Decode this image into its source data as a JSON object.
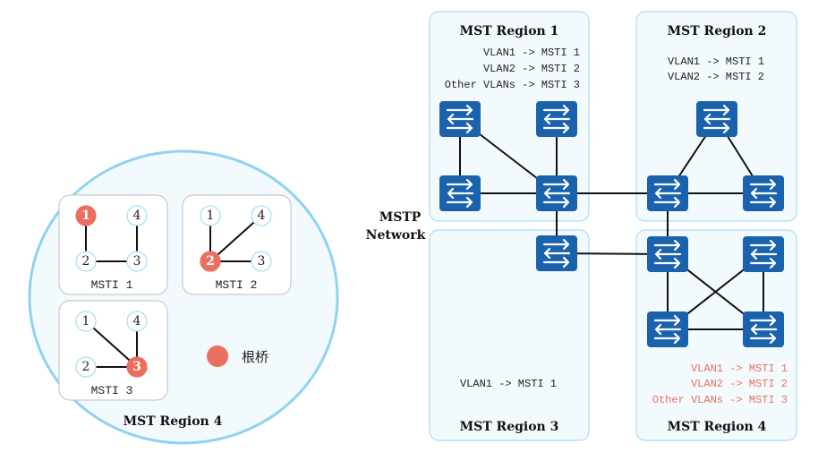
{
  "network_label": [
    "MSTP",
    "Network"
  ],
  "colors": {
    "root_bridge": "#ea6f60",
    "switch": "#1a63ac",
    "region_border": "#a9ddf3",
    "region_fill": "#f3fafe",
    "highlight_text": "#e8705f"
  },
  "regions": [
    {
      "id": "r1",
      "title": "MST Region 1",
      "mappings": [
        "VLAN1 -> MSTI 1",
        "VLAN2 -> MSTI 2",
        "Other VLANs -> MSTI 3"
      ],
      "highlight": false
    },
    {
      "id": "r2",
      "title": "MST Region 2",
      "mappings": [
        "VLAN1 -> MSTI 1",
        "VLAN2 -> MSTI 2"
      ],
      "highlight": false
    },
    {
      "id": "r3",
      "title": "MST Region 3",
      "mappings": [
        "VLAN1 -> MSTI 1"
      ],
      "highlight": false
    },
    {
      "id": "r4",
      "title": "MST Region 4",
      "mappings": [
        "VLAN1 -> MSTI 1",
        "VLAN2 -> MSTI 2",
        "Other VLANs -> MSTI 3"
      ],
      "highlight": true
    }
  ],
  "detail": {
    "title": "MST Region 4",
    "legend": {
      "symbol": "root-bridge",
      "label": "根桥"
    },
    "instances": [
      {
        "label": "MSTI 1",
        "root": 1,
        "nodes": [
          "1",
          "2",
          "3",
          "4"
        ],
        "edges": [
          [
            "1",
            "2"
          ],
          [
            "2",
            "3"
          ],
          [
            "3",
            "4"
          ]
        ]
      },
      {
        "label": "MSTI 2",
        "root": 2,
        "nodes": [
          "1",
          "2",
          "3",
          "4"
        ],
        "edges": [
          [
            "1",
            "2"
          ],
          [
            "2",
            "3"
          ],
          [
            "2",
            "4"
          ]
        ]
      },
      {
        "label": "MSTI 3",
        "root": 3,
        "nodes": [
          "1",
          "2",
          "3",
          "4"
        ],
        "edges": [
          [
            "1",
            "3"
          ],
          [
            "2",
            "3"
          ],
          [
            "3",
            "4"
          ]
        ]
      }
    ]
  }
}
